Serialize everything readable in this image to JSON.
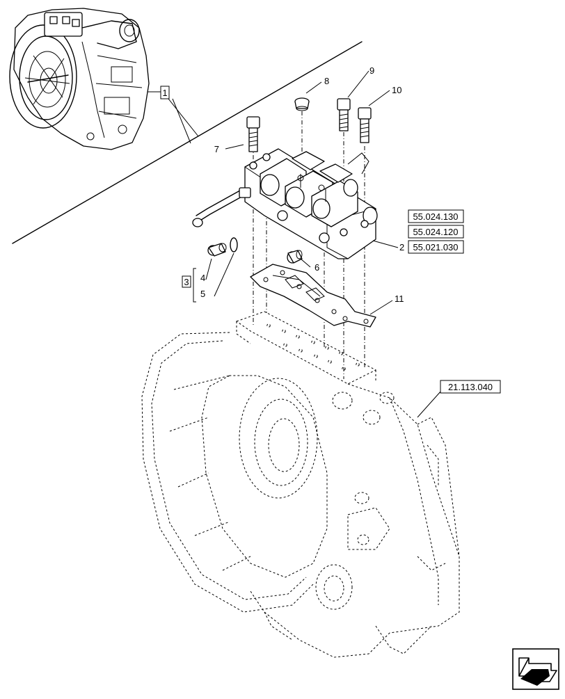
{
  "callouts": {
    "item1": "1",
    "item2": "2",
    "item3": "3",
    "item4": "4",
    "item5": "5",
    "item6": "6",
    "item7": "7",
    "item8": "8",
    "item9": "9",
    "item10": "10",
    "item11": "11"
  },
  "references": {
    "ref_a": "55.024.130",
    "ref_b": "55.024.120",
    "ref_c": "55.021.030",
    "ref_housing": "21.113.040"
  },
  "icons": {
    "nav": "next-page-arrow-icon"
  }
}
